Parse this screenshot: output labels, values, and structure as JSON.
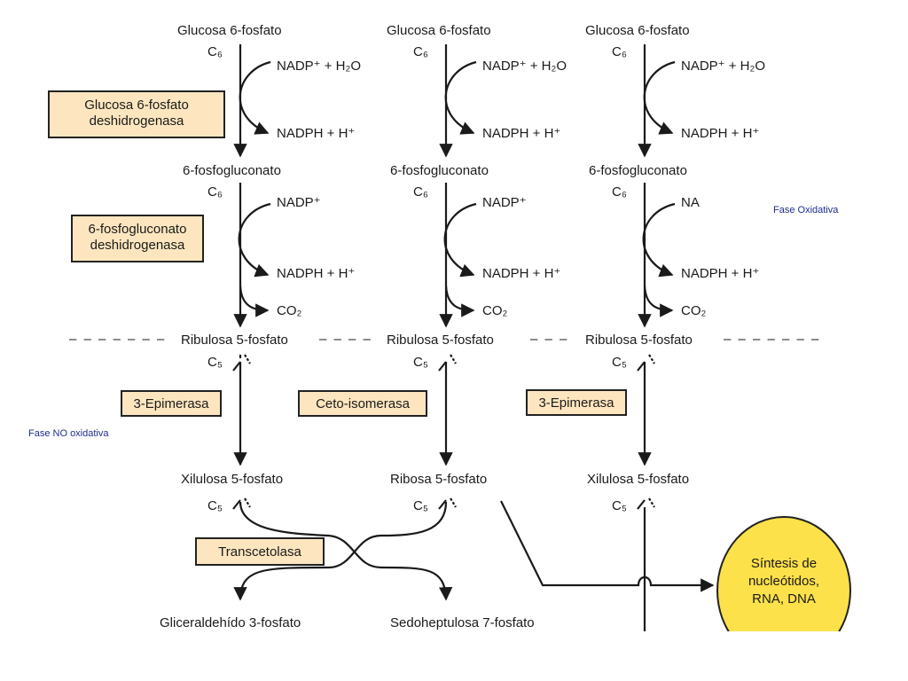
{
  "columns": [
    {
      "glucose": "Glucosa 6-fosfato",
      "c6a": "C₆",
      "nadp_h2o": "NADP⁺ + H₂O",
      "nadph1": "NADPH + H⁺",
      "gluconate": "6-fosfogluconato",
      "c6b": "C₆",
      "nadp": "NADP⁺",
      "nadph2": "NADPH + H⁺",
      "co2": "CO₂",
      "ribulose": "Ribulosa 5-fosfato",
      "c5a": "C₅",
      "product": "Xilulosa 5-fosfato",
      "c5b": "C₅"
    },
    {
      "glucose": "Glucosa 6-fosfato",
      "c6a": "C₆",
      "nadp_h2o": "NADP⁺ + H₂O",
      "nadph1": "NADPH + H⁺",
      "gluconate": "6-fosfogluconato",
      "c6b": "C₆",
      "nadp": "NADP⁺",
      "nadph2": "NADPH + H⁺",
      "co2": "CO₂",
      "ribulose": "Ribulosa 5-fosfato",
      "c5a": "C₅",
      "product": "Ribosa 5-fosfato",
      "c5b": "C₅"
    },
    {
      "glucose": "Glucosa 6-fosfato",
      "c6a": "C₆",
      "nadp_h2o": "NADP⁺ + H₂O",
      "nadph1": "NADPH + H⁺",
      "gluconate": "6-fosfogluconato",
      "c6b": "C₆",
      "nadp": "NA",
      "nadph2": "NADPH + H⁺",
      "co2": "CO₂",
      "ribulose": "Ribulosa 5-fosfato",
      "c5a": "C₅",
      "product": "Xilulosa 5-fosfato",
      "c5b": "C₅"
    }
  ],
  "enzymes": {
    "g6pdh_line1": "Glucosa 6-fosfato",
    "g6pdh_line2": "deshidrogenasa",
    "pgdh_line1": "6-fosfogluconato",
    "pgdh_line2": "deshidrogenasa",
    "epimerase_left": "3-Epimerasa",
    "isomerase": "Ceto-isomerasa",
    "epimerase_right": "3-Epimerasa",
    "transketolase": "Transcetolasa"
  },
  "products": {
    "gap": "Gliceraldehído 3-fosfato",
    "s7p": "Sedoheptulosa 7-fosfato"
  },
  "synthesis": {
    "line1": "Síntesis de",
    "line2": "nucleótidos,",
    "line3": "RNA, DNA"
  },
  "phases": {
    "oxidative": "Fase Oxidativa",
    "non_oxidative": "Fase NO oxidativa"
  }
}
